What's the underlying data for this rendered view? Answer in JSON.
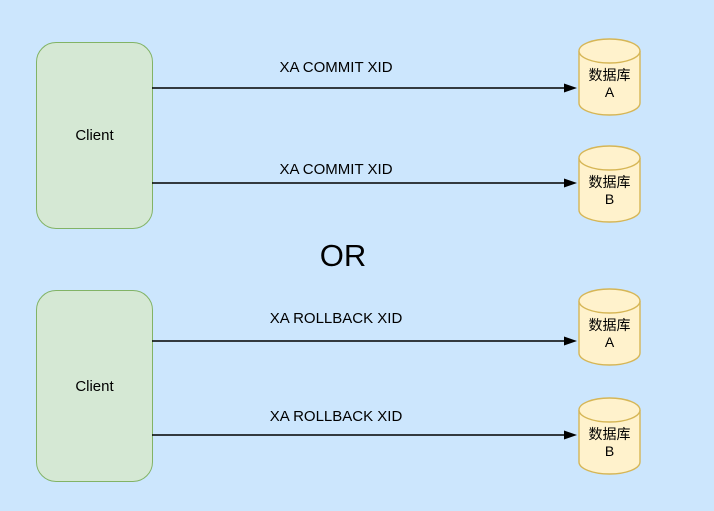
{
  "colors": {
    "background": "#cce6fd",
    "client-fill": "#d5e8d4",
    "client-border": "#82b366",
    "db-fill": "#fff2cc",
    "db-border": "#d6b656",
    "line": "#000000",
    "text": "#000000"
  },
  "or_label": "OR",
  "top": {
    "client": "Client",
    "arrows": [
      {
        "label": "XA COMMIT XID"
      },
      {
        "label": "XA COMMIT XID"
      }
    ],
    "databases": [
      {
        "line1": "数据库",
        "line2": "A"
      },
      {
        "line1": "数据库",
        "line2": "B"
      }
    ]
  },
  "bottom": {
    "client": "Client",
    "arrows": [
      {
        "label": "XA ROLLBACK XID"
      },
      {
        "label": "XA ROLLBACK XID"
      }
    ],
    "databases": [
      {
        "line1": "数据库",
        "line2": "A"
      },
      {
        "line1": "数据库",
        "line2": "B"
      }
    ]
  }
}
